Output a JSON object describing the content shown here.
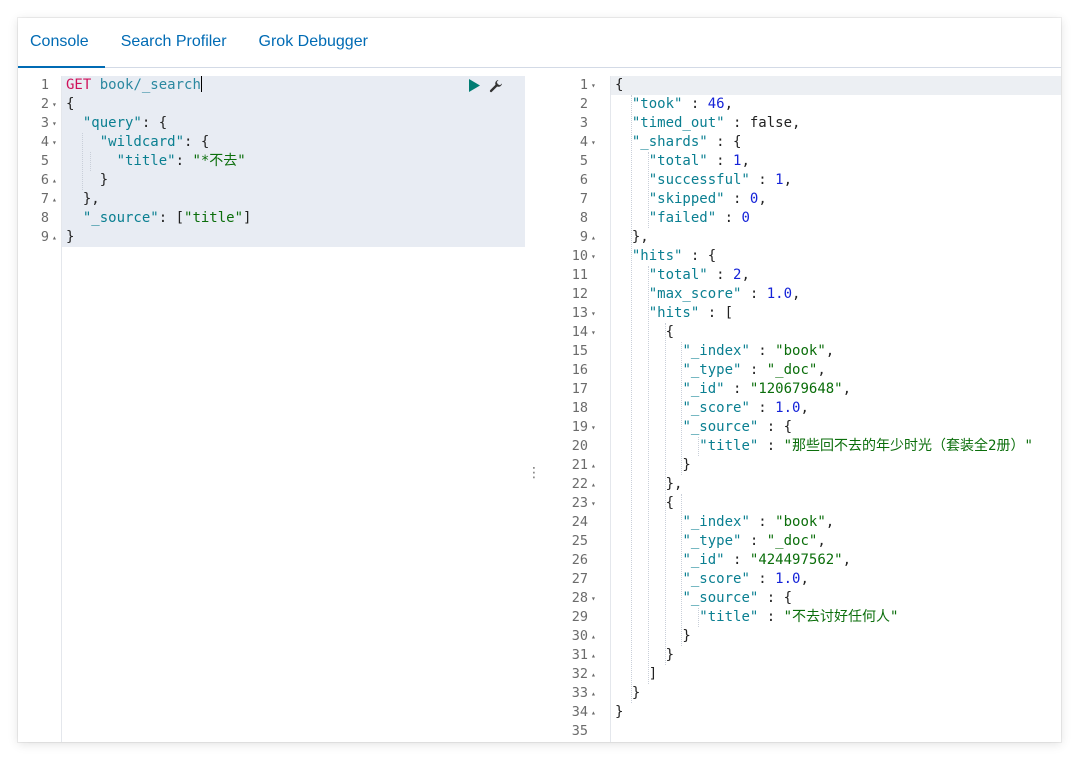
{
  "tabs": [
    {
      "label": "Console",
      "active": true
    },
    {
      "label": "Search Profiler",
      "active": false
    },
    {
      "label": "Grok Debugger",
      "active": false
    }
  ],
  "colors": {
    "accent": "#006bb4",
    "method": "#d0115a",
    "key": "#0a7f91",
    "string": "#0b6e0b",
    "number": "#1523d8",
    "selection": "#e8ecf3"
  },
  "request": {
    "method": "GET",
    "path": "book/_search",
    "actions": [
      "run-icon",
      "wrench-icon"
    ],
    "line_numbers": [
      "1",
      "2",
      "3",
      "4",
      "5",
      "6",
      "7",
      "8",
      "9"
    ],
    "body_lines": [
      "{",
      "  \"query\": {",
      "    \"wildcard\": {",
      "      \"title\": \"*不去\"",
      "    }",
      "  },",
      "  \"_source\": [\"title\"]",
      "}"
    ]
  },
  "response": {
    "line_numbers": [
      "1",
      "2",
      "3",
      "4",
      "5",
      "6",
      "7",
      "8",
      "9",
      "10",
      "11",
      "12",
      "13",
      "14",
      "15",
      "16",
      "17",
      "18",
      "19",
      "20",
      "21",
      "22",
      "23",
      "24",
      "25",
      "26",
      "27",
      "28",
      "29",
      "30",
      "31",
      "32",
      "33",
      "34",
      "35"
    ],
    "lines": [
      "{",
      "  \"took\" : 46,",
      "  \"timed_out\" : false,",
      "  \"_shards\" : {",
      "    \"total\" : 1,",
      "    \"successful\" : 1,",
      "    \"skipped\" : 0,",
      "    \"failed\" : 0",
      "  },",
      "  \"hits\" : {",
      "    \"total\" : 2,",
      "    \"max_score\" : 1.0,",
      "    \"hits\" : [",
      "      {",
      "        \"_index\" : \"book\",",
      "        \"_type\" : \"_doc\",",
      "        \"_id\" : \"120679648\",",
      "        \"_score\" : 1.0,",
      "        \"_source\" : {",
      "          \"title\" : \"那些回不去的年少时光（套装全2册）\"",
      "        }",
      "      },",
      "      {",
      "        \"_index\" : \"book\",",
      "        \"_type\" : \"_doc\",",
      "        \"_id\" : \"424497562\",",
      "        \"_score\" : 1.0,",
      "        \"_source\" : {",
      "          \"title\" : \"不去讨好任何人\"",
      "        }",
      "      }",
      "    ]",
      "  }",
      "}",
      ""
    ]
  }
}
